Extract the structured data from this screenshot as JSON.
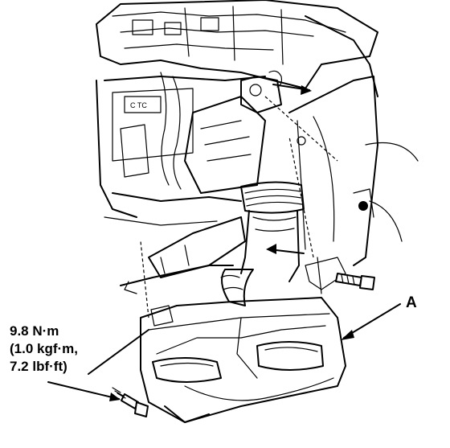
{
  "torque_spec": {
    "line1": "9.8 N·m",
    "line2": "(1.0 kgf·m,",
    "line3": "7.2 lbf·ft)"
  },
  "callouts": {
    "a": "A"
  }
}
